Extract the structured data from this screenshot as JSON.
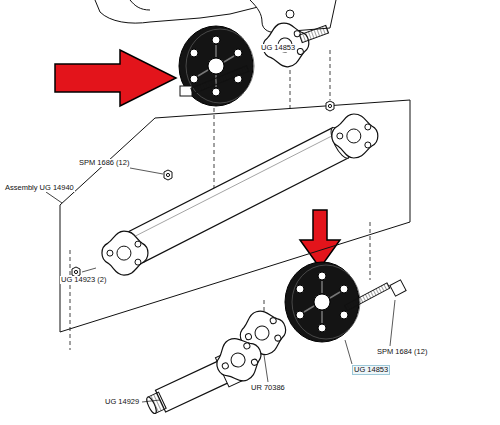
{
  "diagram": {
    "labels": [
      "UG 14853",
      "SPM 1686 (12)",
      "Assembly UG 14940",
      "UG 14923 (2)",
      "SPM 1684 (12)",
      "UG 14853",
      "UR 70386",
      "UG 14929"
    ]
  }
}
